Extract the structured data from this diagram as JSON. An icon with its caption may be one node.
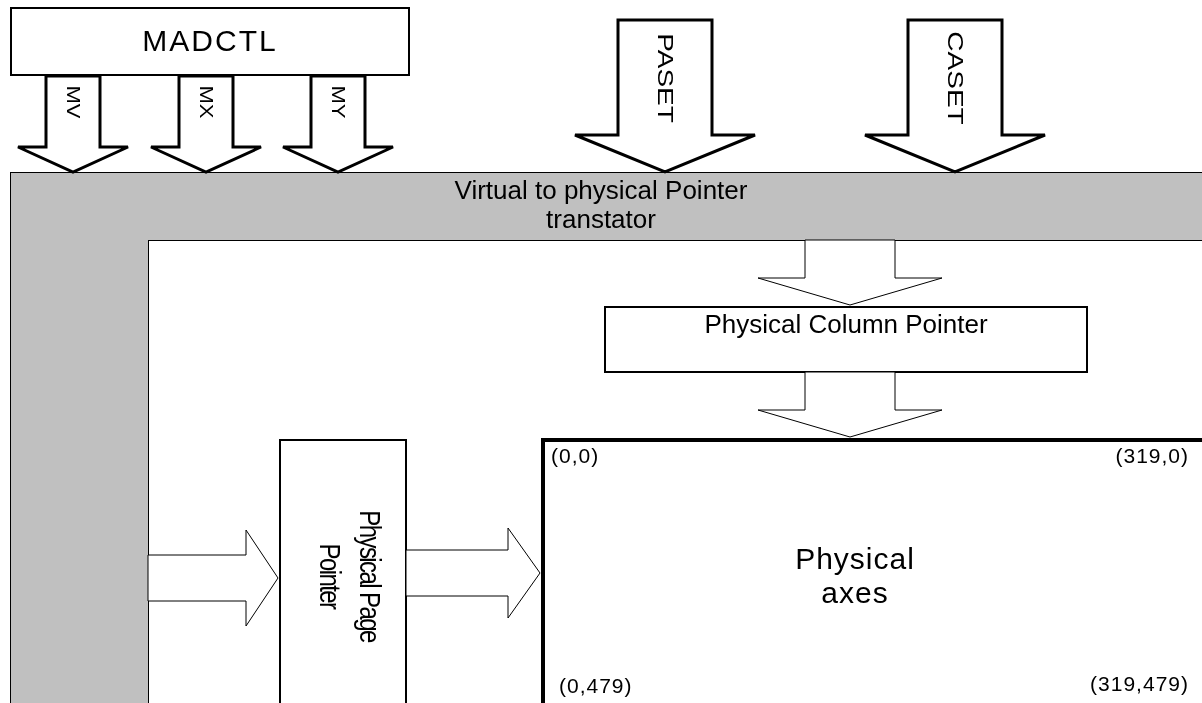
{
  "diagram": {
    "nodes": [
      {
        "text": [
          "MADCTL"
        ]
      },
      {
        "text": [
          "Virtual to physical Pointer transtator"
        ]
      },
      {
        "text": [
          "Physical Column Pointer"
        ],
        "in": 1
      },
      {
        "text": [
          "Physical Page Pointer"
        ],
        "in": 1
      },
      {
        "text": [
          "(0,0)",
          "(319,0)",
          "Physical axes",
          "(0,479)",
          "(319,479)"
        ],
        "in": 1
      }
    ],
    "edges": [
      {
        "from": 0,
        "to": 1,
        "arrow": "to",
        "label": "MV"
      },
      {
        "from": 0,
        "to": 1,
        "arrow": "to",
        "label": "MX"
      },
      {
        "from": 0,
        "to": 1,
        "arrow": "to",
        "label": "MY"
      },
      {
        "from": null,
        "to": 1,
        "arrow": "to",
        "label": "PASET"
      },
      {
        "from": null,
        "to": 1,
        "arrow": "to",
        "label": "CASET"
      },
      {
        "from": 1,
        "to": 2,
        "arrow": "to"
      },
      {
        "from": 2,
        "to": 4,
        "arrow": "to"
      },
      {
        "from": 1,
        "to": 3,
        "arrow": "to"
      },
      {
        "from": 3,
        "to": 4,
        "arrow": "to"
      }
    ]
  }
}
